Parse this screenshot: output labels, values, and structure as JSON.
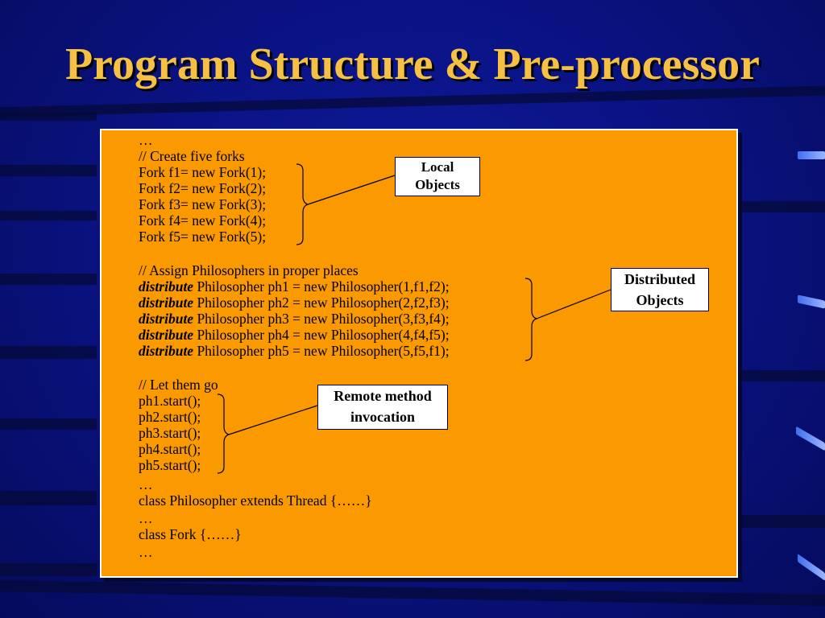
{
  "slide": {
    "title": "Program Structure & Pre-processor"
  },
  "code": {
    "lines": [
      "…",
      "// Create five forks",
      "Fork f1= new Fork(1);",
      "Fork f2= new Fork(2);",
      "Fork f3= new Fork(3);",
      "Fork f4= new Fork(4);",
      "Fork f5= new Fork(5);",
      "",
      "// Assign Philosophers in proper places",
      " Philosopher ph1 = new Philosopher(1,f1,f2);",
      " Philosopher ph2 = new Philosopher(2,f2,f3);",
      " Philosopher ph3 = new Philosopher(3,f3,f4);",
      " Philosopher ph4 = new Philosopher(4,f4,f5);",
      " Philosopher ph5 = new Philosopher(5,f5,f1);",
      "",
      "// Let them go",
      "ph1.start();",
      "ph2.start();",
      "ph3.start();",
      "ph4.start();",
      "ph5.start();",
      "…",
      "class Philosopher extends Thread {……}",
      "…",
      "class Fork {……}",
      "…"
    ],
    "keyword": "distribute"
  },
  "callouts": {
    "local": [
      "Local",
      "Objects"
    ],
    "distributed": [
      "Distributed",
      "Objects"
    ],
    "remote": [
      "Remote method",
      "invocation"
    ]
  }
}
